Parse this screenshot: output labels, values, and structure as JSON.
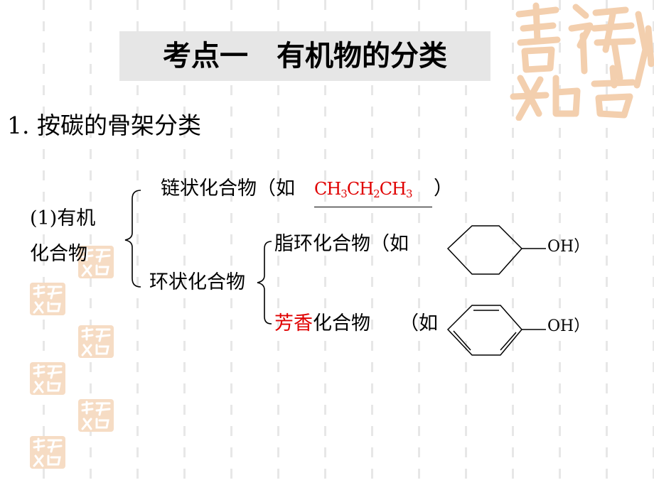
{
  "title": "考点一　有机物的分类",
  "section_heading": "1. 按碳的骨架分类",
  "category": {
    "label_line1": "(1)有机",
    "label_line2": "化合物"
  },
  "chain": {
    "label": "链状化合物（如",
    "example_parts": [
      "CH",
      "3",
      "CH",
      "2",
      "CH",
      "3"
    ],
    "close": "）"
  },
  "cyclic": {
    "label": "环状化合物",
    "alicyclic": {
      "label": "脂环化合物（如",
      "substituent": "OH",
      "close": "）"
    },
    "aromatic": {
      "label_red": "芳香",
      "label_rest": "化合物",
      "prefix": "（如",
      "substituent": "OH",
      "close": "）"
    }
  },
  "colors": {
    "title_bg": "#e6e6e6",
    "highlight": "#e00000",
    "seal": "#f3cfae"
  },
  "icons": [
    "seal-logo",
    "cyclohexane-ring",
    "benzene-ring",
    "brace"
  ]
}
